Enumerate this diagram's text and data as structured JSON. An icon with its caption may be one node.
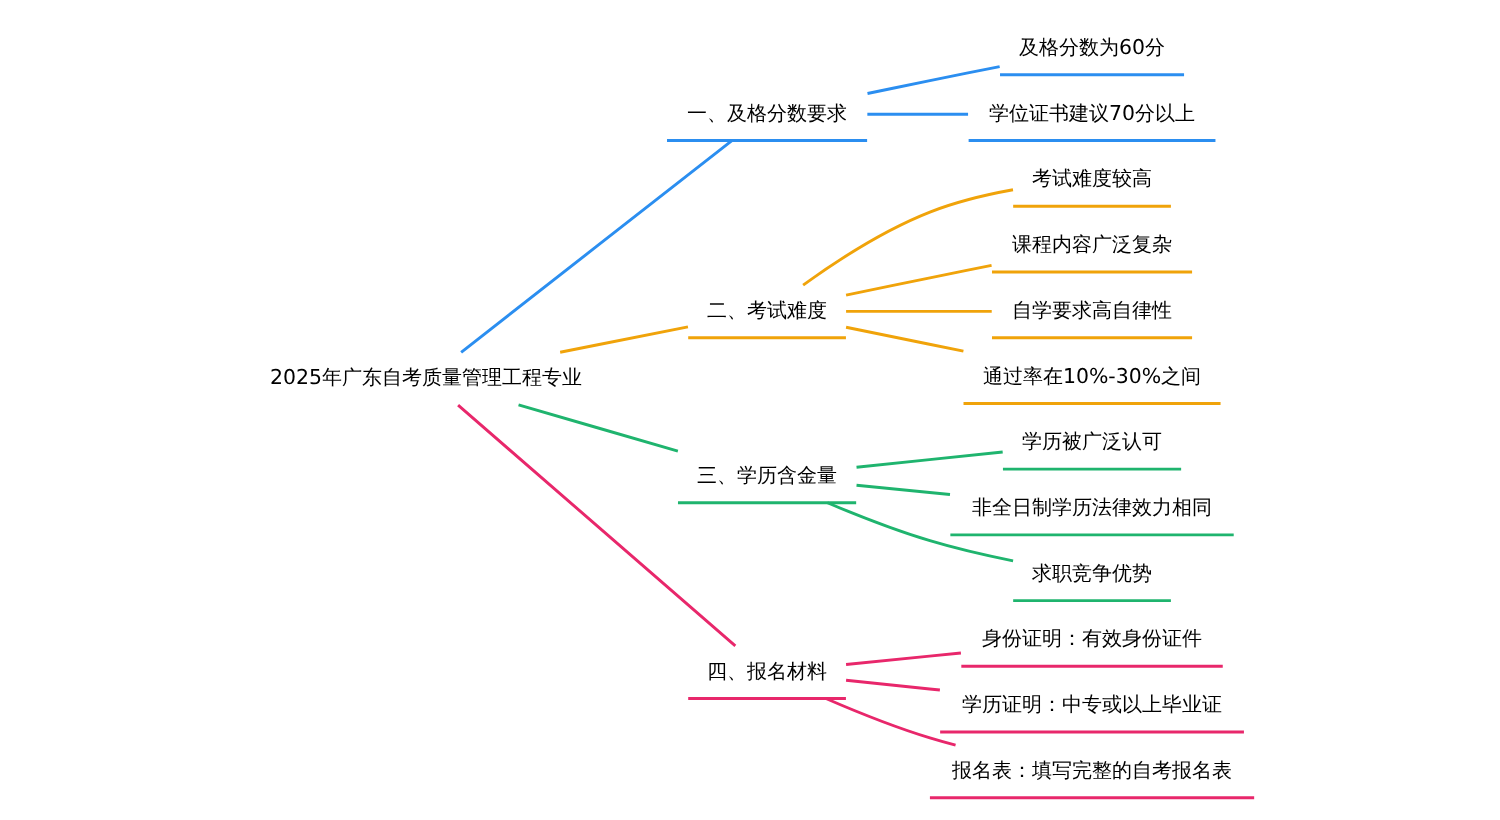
{
  "diagram": {
    "nodes": [
      {
        "text": [
          "2025年广东自考质量管理工程专业"
        ]
      },
      {
        "text": [
          "一、及格分数要求"
        ]
      },
      {
        "text": [
          "及格分数为60分"
        ]
      },
      {
        "text": [
          "学位证书建议70分以上"
        ]
      },
      {
        "text": [
          "二、考试难度"
        ]
      },
      {
        "text": [
          "考试难度较高"
        ]
      },
      {
        "text": [
          "课程内容广泛复杂"
        ]
      },
      {
        "text": [
          "自学要求高自律性"
        ]
      },
      {
        "text": [
          "通过率在10%-30%之间"
        ]
      },
      {
        "text": [
          "三、学历含金量"
        ]
      },
      {
        "text": [
          "学历被广泛认可"
        ]
      },
      {
        "text": [
          "非全日制学历法律效力相同"
        ]
      },
      {
        "text": [
          "求职竞争优势"
        ]
      },
      {
        "text": [
          "四、报名材料"
        ]
      },
      {
        "text": [
          "身份证明：有效身份证件"
        ]
      },
      {
        "text": [
          "学历证明：中专或以上毕业证"
        ]
      },
      {
        "text": [
          "报名表：填写完整的自考报名表"
        ]
      }
    ],
    "edges": [
      {
        "from": 0,
        "to": 1,
        "arrow": "none",
        "color": "#2b8ef0"
      },
      {
        "from": 1,
        "to": 2,
        "arrow": "none",
        "color": "#2b8ef0"
      },
      {
        "from": 1,
        "to": 3,
        "arrow": "none",
        "color": "#2b8ef0"
      },
      {
        "from": 0,
        "to": 4,
        "arrow": "none",
        "color": "#f0a30a"
      },
      {
        "from": 4,
        "to": 5,
        "arrow": "none",
        "color": "#f0a30a"
      },
      {
        "from": 4,
        "to": 6,
        "arrow": "none",
        "color": "#f0a30a"
      },
      {
        "from": 4,
        "to": 7,
        "arrow": "none",
        "color": "#f0a30a"
      },
      {
        "from": 4,
        "to": 8,
        "arrow": "none",
        "color": "#f0a30a"
      },
      {
        "from": 0,
        "to": 9,
        "arrow": "none",
        "color": "#1fb46e"
      },
      {
        "from": 9,
        "to": 10,
        "arrow": "none",
        "color": "#1fb46e"
      },
      {
        "from": 9,
        "to": 11,
        "arrow": "none",
        "color": "#1fb46e"
      },
      {
        "from": 9,
        "to": 12,
        "arrow": "none",
        "color": "#1fb46e"
      },
      {
        "from": 0,
        "to": 13,
        "arrow": "none",
        "color": "#e8276b"
      },
      {
        "from": 13,
        "to": 14,
        "arrow": "none",
        "color": "#e8276b"
      },
      {
        "from": 13,
        "to": 15,
        "arrow": "none",
        "color": "#e8276b"
      },
      {
        "from": 13,
        "to": 16,
        "arrow": "none",
        "color": "#e8276b"
      }
    ]
  }
}
